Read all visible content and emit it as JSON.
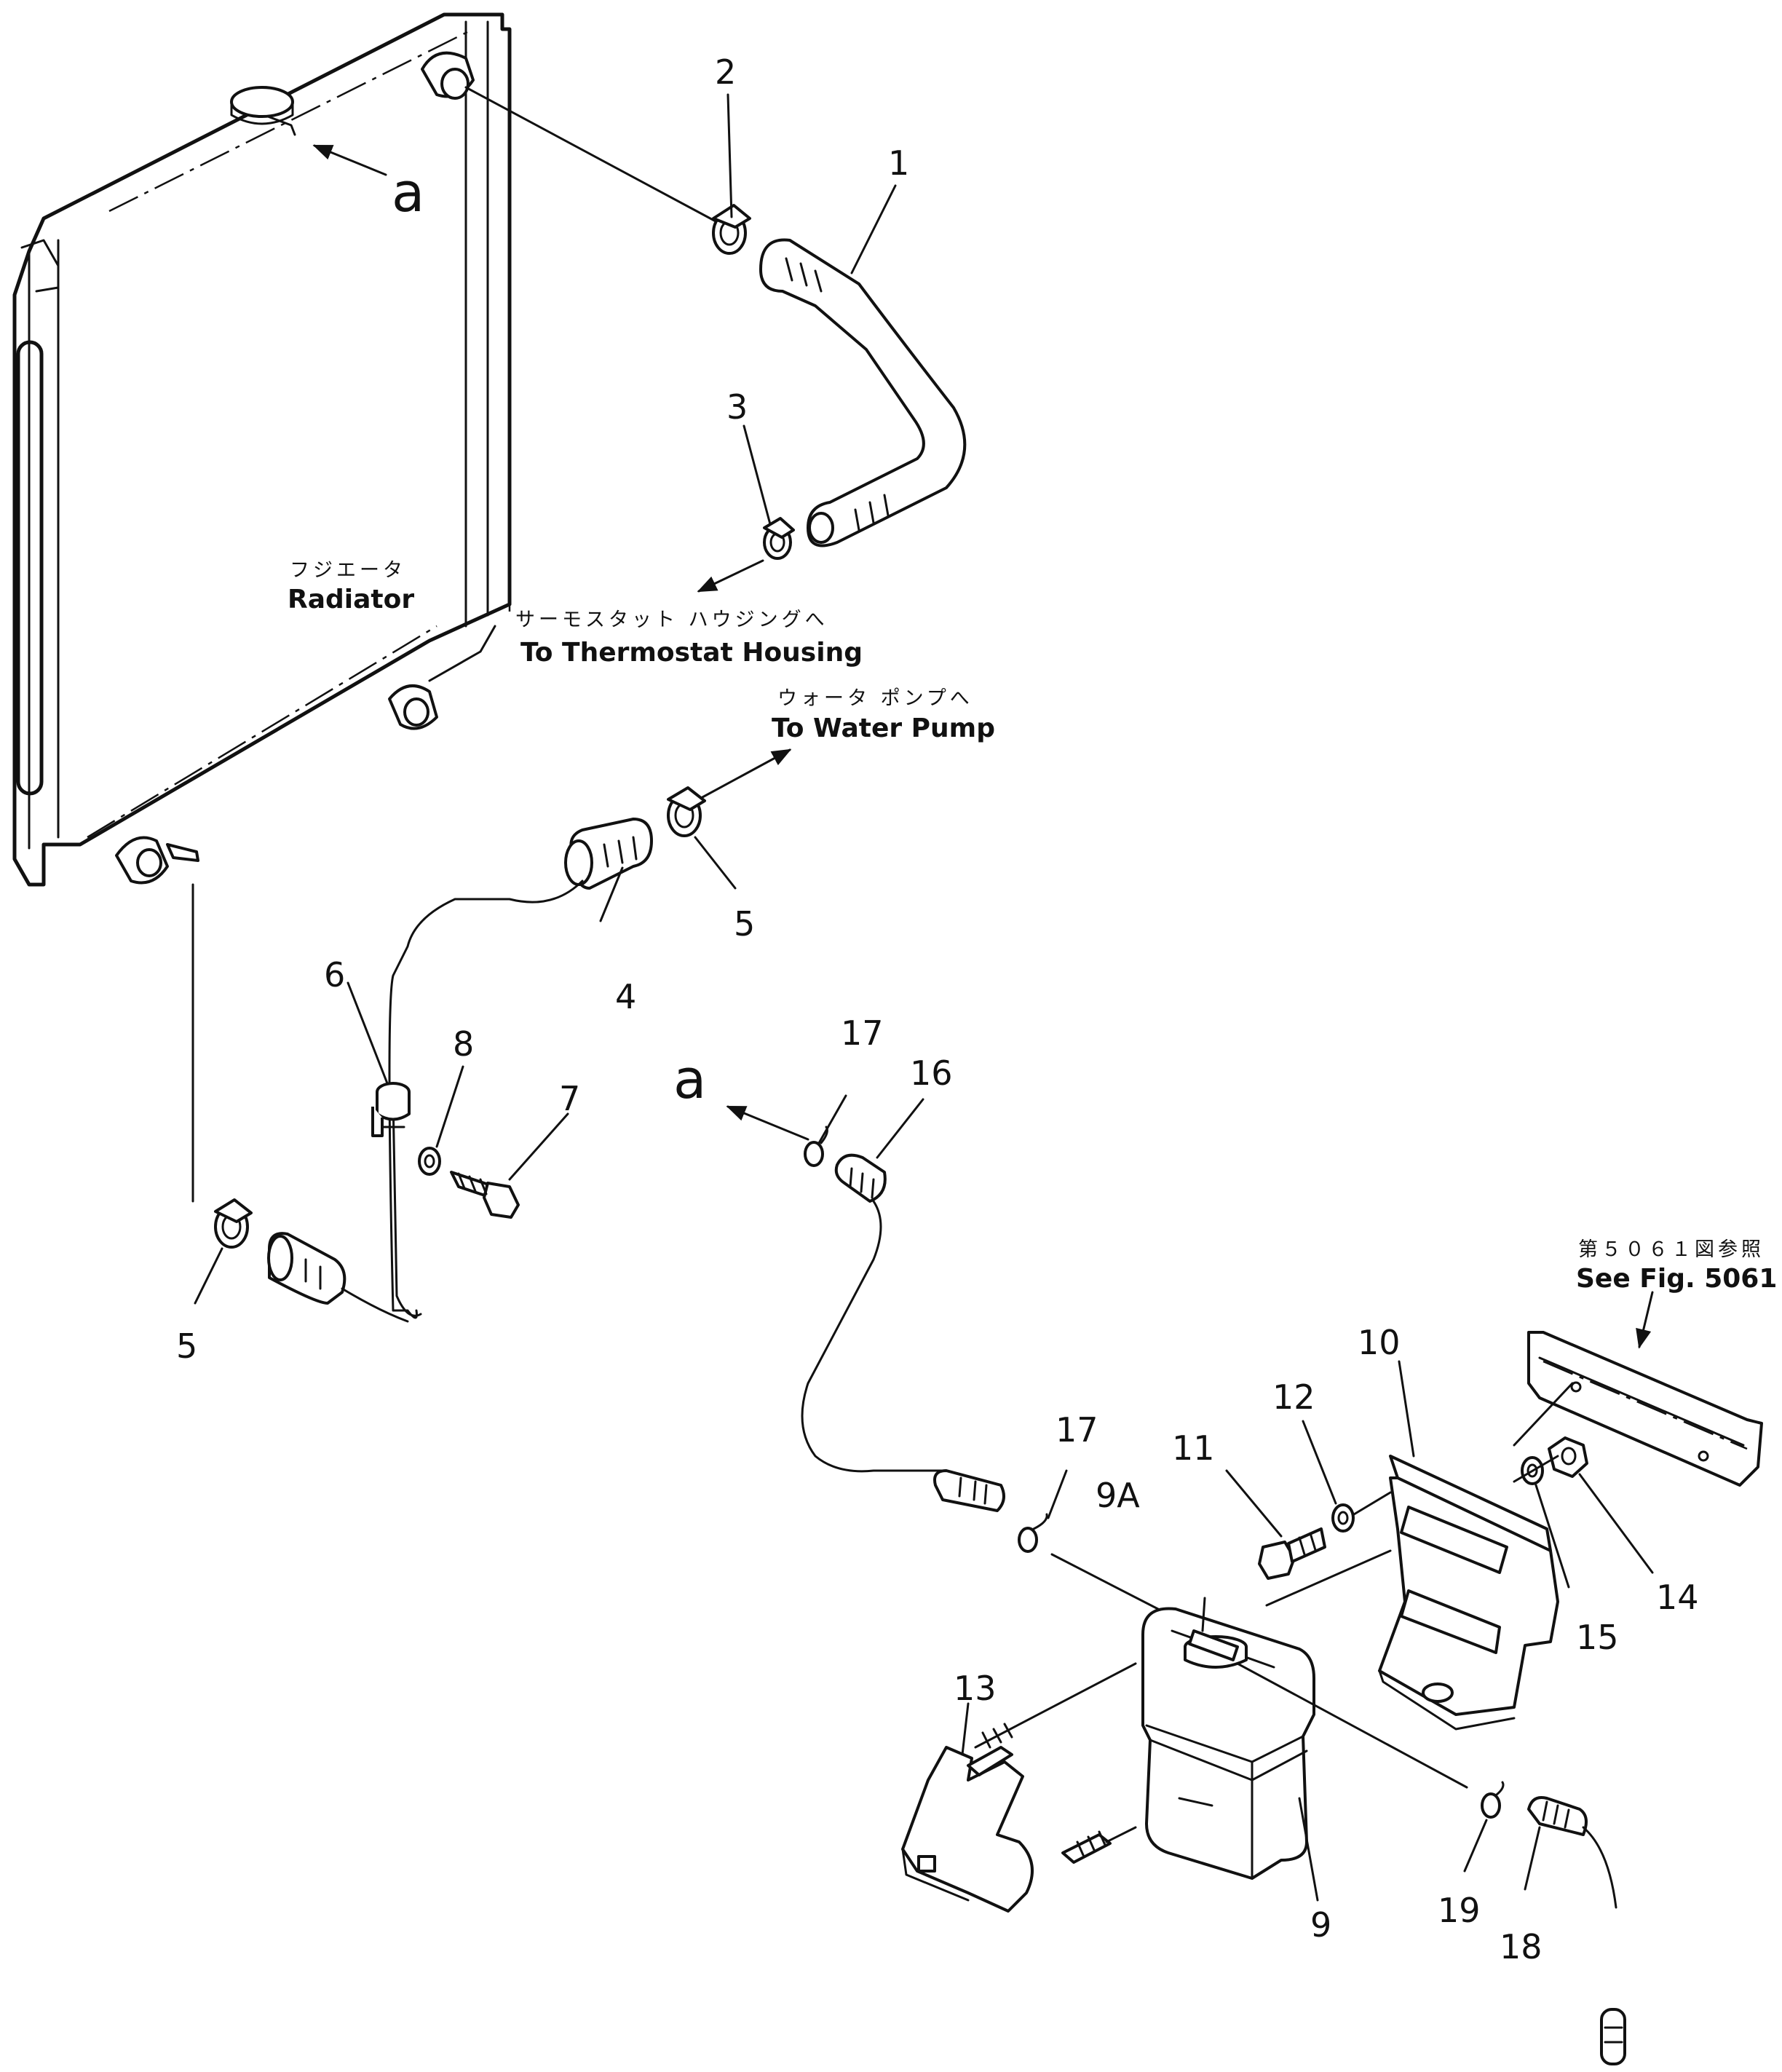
{
  "diagram": {
    "labels": {
      "radiator_jp": "フジエータ",
      "radiator_en": "Radiator",
      "thermostat_jp": "サーモスタット ハウジングへ",
      "thermostat_en": "To Thermostat Housing",
      "waterpump_jp": "ウォータ ポンプへ",
      "waterpump_en": "To Water Pump",
      "seefig_jp": "第５０６１図参照",
      "seefig_en": "See Fig. 5061",
      "ref_a_top": "a",
      "ref_a_mid": "a"
    },
    "callouts": {
      "p1": "1",
      "p2": "2",
      "p3": "3",
      "p4": "4",
      "p5a": "5",
      "p5b": "5",
      "p6": "6",
      "p7": "7",
      "p8": "8",
      "p9": "9",
      "p9a": "9A",
      "p10": "10",
      "p11": "11",
      "p12": "12",
      "p13": "13",
      "p14": "14",
      "p15": "15",
      "p16": "16",
      "p17a": "17",
      "p17b": "17",
      "p18": "18",
      "p19": "19"
    }
  }
}
